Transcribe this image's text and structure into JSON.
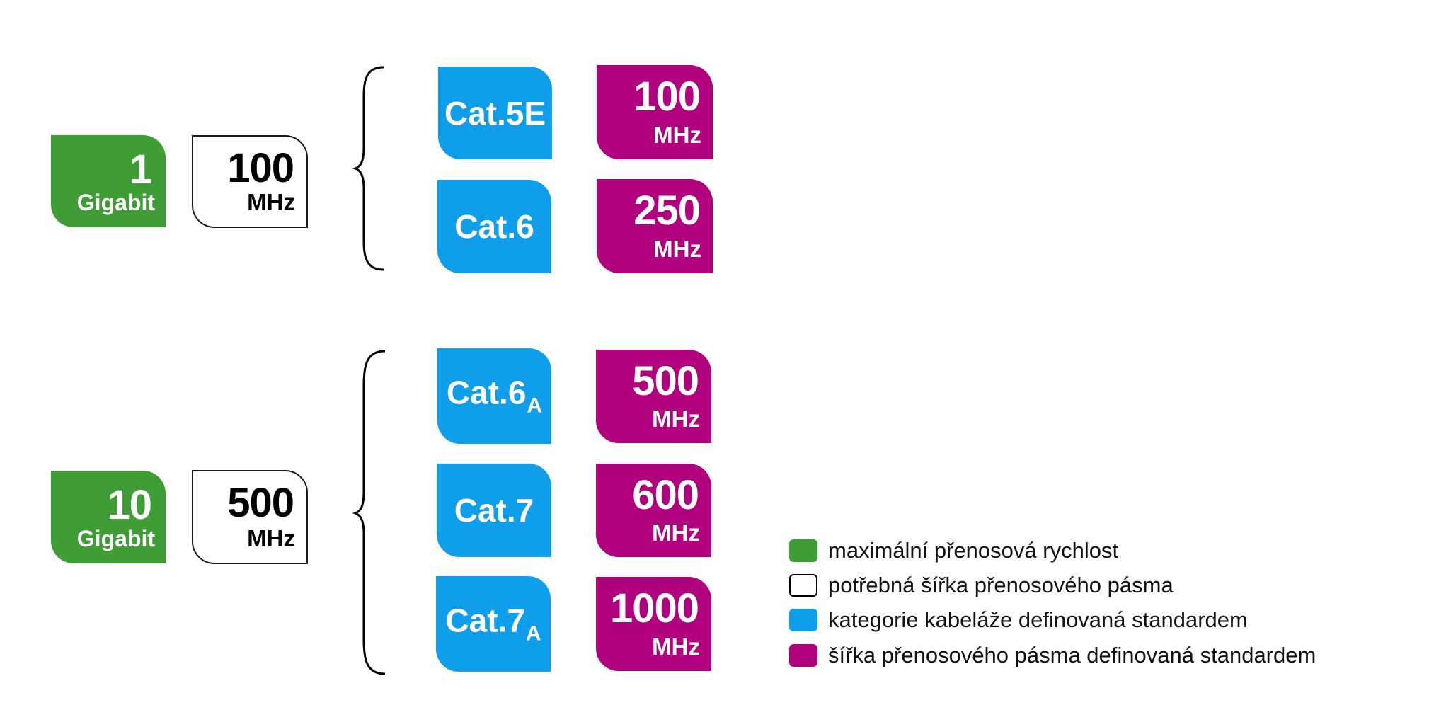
{
  "groups": [
    {
      "speed": {
        "value": "1",
        "unit": "Gigabit"
      },
      "required_bandwidth": {
        "value": "100",
        "unit": "MHz"
      },
      "categories": [
        {
          "name": "Cat.5E",
          "sub": "",
          "bandwidth": "100",
          "unit": "MHz"
        },
        {
          "name": "Cat.6",
          "sub": "",
          "bandwidth": "250",
          "unit": "MHz"
        }
      ]
    },
    {
      "speed": {
        "value": "10",
        "unit": "Gigabit"
      },
      "required_bandwidth": {
        "value": "500",
        "unit": "MHz"
      },
      "categories": [
        {
          "name": "Cat.6",
          "sub": "A",
          "bandwidth": "500",
          "unit": "MHz"
        },
        {
          "name": "Cat.7",
          "sub": "",
          "bandwidth": "600",
          "unit": "MHz"
        },
        {
          "name": "Cat.7",
          "sub": "A",
          "bandwidth": "1000",
          "unit": "MHz"
        }
      ]
    }
  ],
  "legend": [
    {
      "label": "maximální přenosová rychlost",
      "color": "#3e9d35",
      "style": "filled"
    },
    {
      "label": "potřebná šířka přenosového pásma",
      "color": "#000000",
      "style": "outline"
    },
    {
      "label": "kategorie kabeláže definovaná standardem",
      "color": "#0f9ee9",
      "style": "filled"
    },
    {
      "label": "šířka přenosového pásma definovaná standardem",
      "color": "#b0007d",
      "style": "filled"
    }
  ],
  "colors": {
    "speed": "#3e9d35",
    "category": "#0f9ee9",
    "standard_bandwidth": "#b0007d",
    "required_bandwidth_border": "#1a1a1a"
  }
}
